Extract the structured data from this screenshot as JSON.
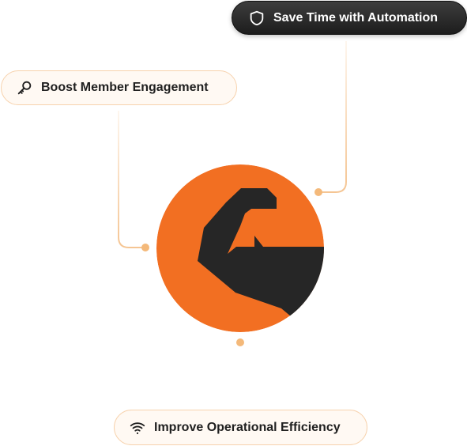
{
  "colors": {
    "brand_orange": "#f26f22",
    "mark_dark": "#262626",
    "connector": "#f5c593",
    "node": "#f4b97a",
    "pill_light_bg": "#fff9f3",
    "pill_light_border": "#f7d2ad",
    "pill_dark_bg": "#2a2a2a"
  },
  "center_logo": {
    "icon": "flexed-arm-logo-icon"
  },
  "features": {
    "automation": {
      "label": "Save Time with Automation",
      "icon": "shield-icon"
    },
    "engagement": {
      "label": "Boost Member Engagement",
      "icon": "key-icon"
    },
    "efficiency": {
      "label": "Improve Operational Efficiency",
      "icon": "wifi-icon"
    }
  }
}
